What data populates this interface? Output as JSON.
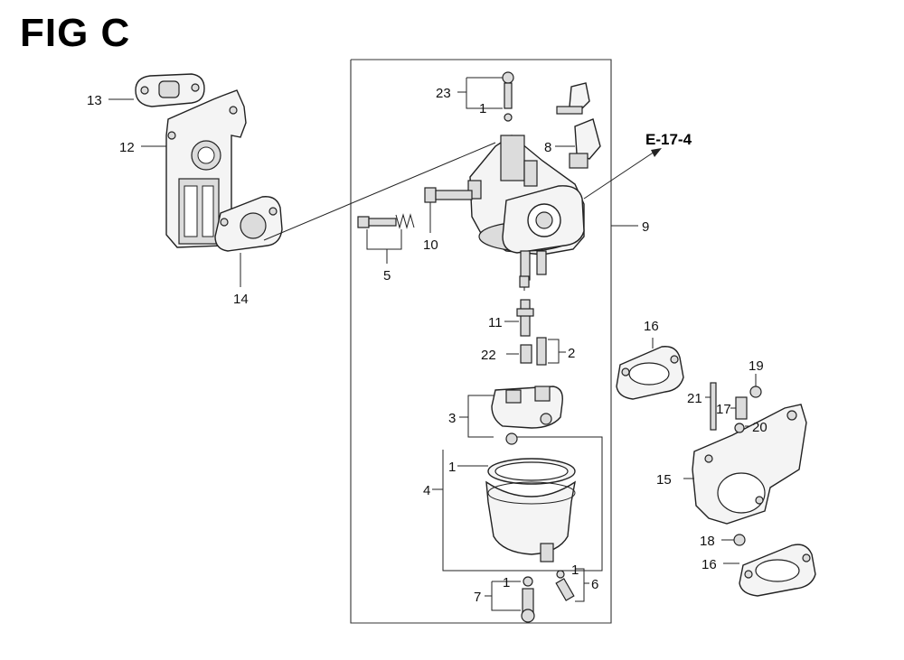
{
  "figure": {
    "title": "FIG C",
    "reference": "E-17-4"
  },
  "callouts": {
    "c1a": "1",
    "c1b": "1",
    "c1c": "1",
    "c1d": "1",
    "c2": "2",
    "c3": "3",
    "c4": "4",
    "c5": "5",
    "c6": "6",
    "c7": "7",
    "c8": "8",
    "c9": "9",
    "c10": "10",
    "c11": "11",
    "c12": "12",
    "c13": "13",
    "c14": "14",
    "c15": "15",
    "c16a": "16",
    "c16b": "16",
    "c17": "17",
    "c18": "18",
    "c19": "19",
    "c20": "20",
    "c21": "21",
    "c22": "22",
    "c23": "23"
  },
  "colors": {
    "line": "#222222",
    "fill": "#f4f4f4",
    "shade": "#dcdcdc"
  }
}
